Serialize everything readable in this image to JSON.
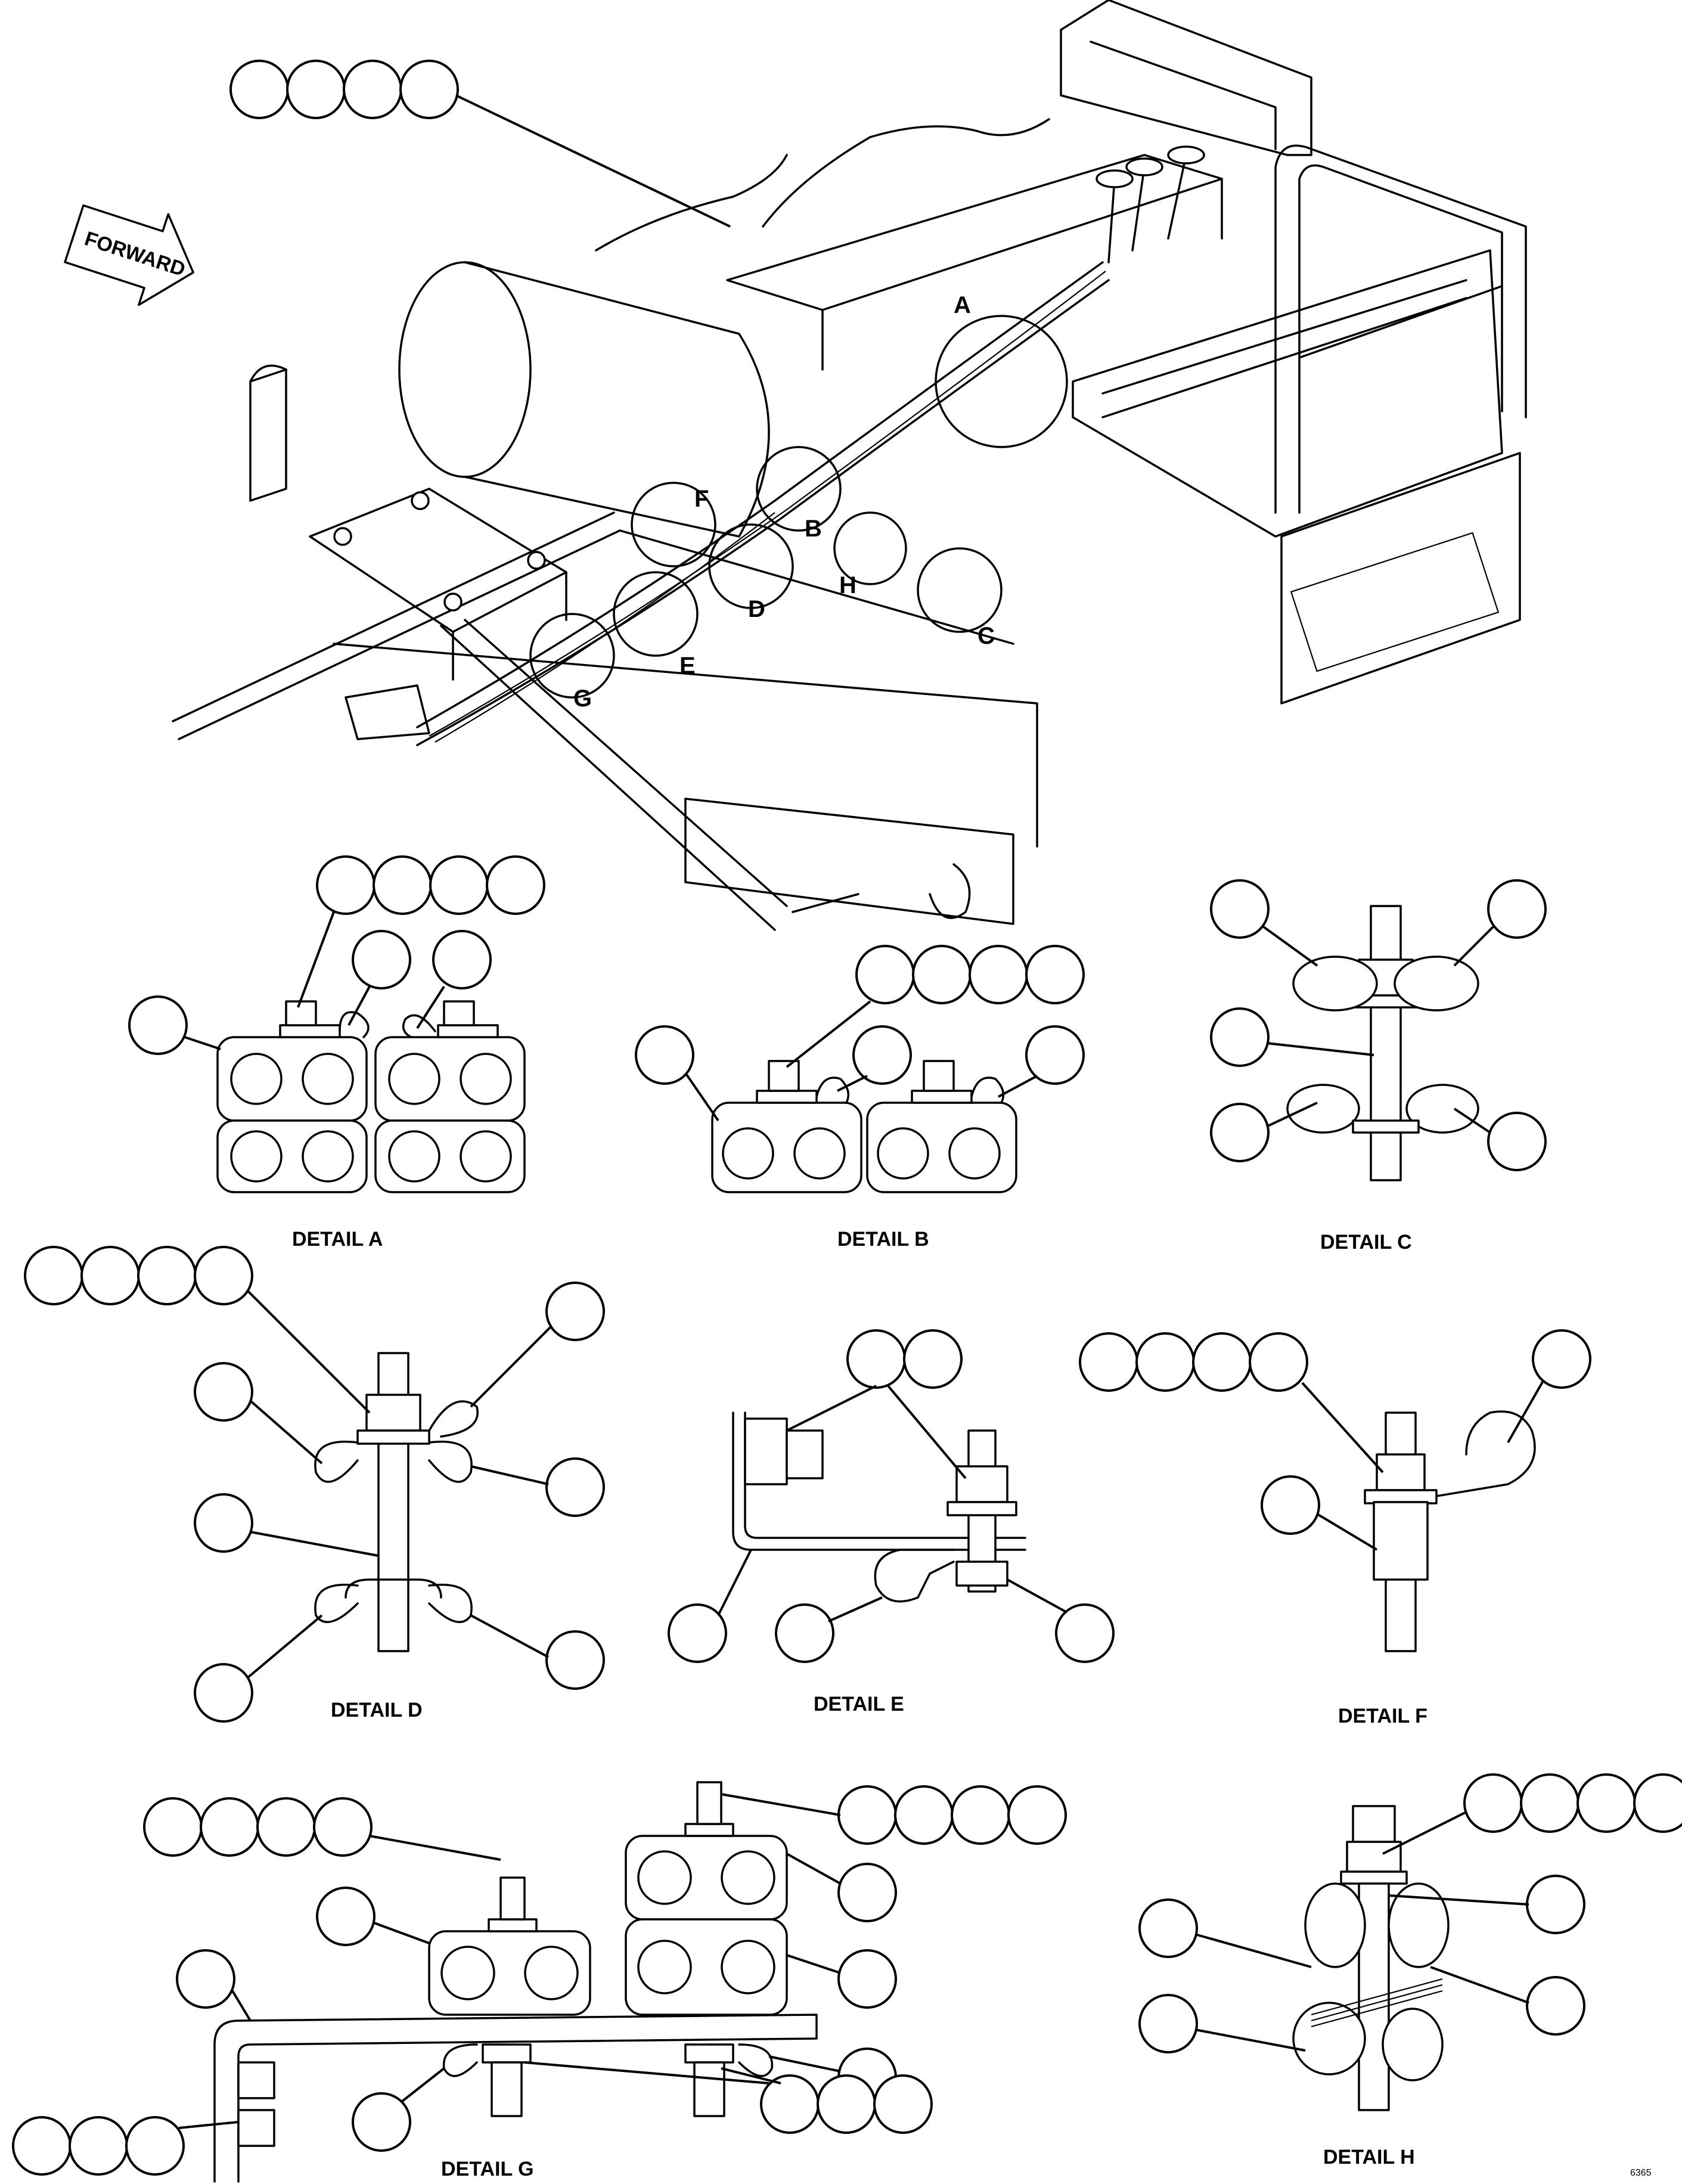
{
  "figure": {
    "forward_label": "FORWARD",
    "drawing_number": "6365",
    "view_callouts": [
      "A",
      "B",
      "C",
      "D",
      "E",
      "F",
      "G",
      "H"
    ],
    "detail_captions": {
      "a": "DETAIL A",
      "b": "DETAIL B",
      "c": "DETAIL C",
      "d": "DETAIL D",
      "e": "DETAIL E",
      "f": "DETAIL F",
      "g": "DETAIL G",
      "h": "DETAIL H"
    }
  }
}
